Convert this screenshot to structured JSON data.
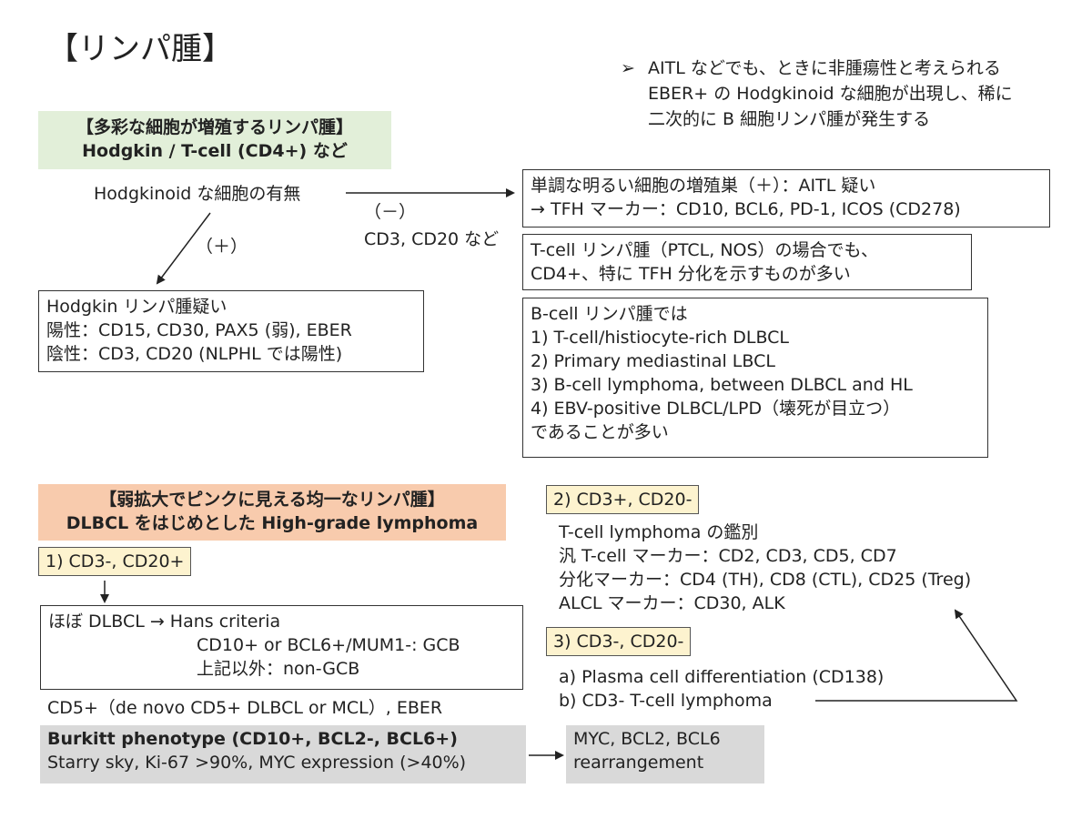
{
  "title": "【リンパ腫】",
  "note": [
    "AITL などでも、ときに非腫瘍性と考えられる",
    "EBER+ の Hodgkinoid な細胞が出現し、稀に",
    "二次的に B 細胞リンパ腫が発生する"
  ],
  "note_bullet": "➢",
  "section1": {
    "header": [
      "【多彩な細胞が増殖するリンパ腫】",
      "Hodgkin / T-cell (CD4+) など"
    ],
    "header_color": "#e2efd9",
    "question": "Hodgkinoid な細胞の有無",
    "plus_label": "（＋）",
    "minus_label": "（－）",
    "minus_markers": "CD3, CD20 など",
    "hodgkin_box": [
      "Hodgkin リンパ腫疑い",
      "陽性：CD15, CD30, PAX5 (弱), EBER",
      "陰性：CD3, CD20 (NLPHL では陽性)"
    ],
    "aitl_box": [
      "単調な明るい細胞の増殖巣（＋）：AITL 疑い",
      "→ TFH マーカー：CD10, BCL6, PD-1, ICOS (CD278)"
    ],
    "ptcl_box": [
      "T-cell リンパ腫（PTCL, NOS）の場合でも、",
      "CD4+、特に TFH 分化を示すものが多い"
    ],
    "bcell_box": [
      "B-cell リンパ腫では",
      "1) T-cell/histiocyte-rich DLBCL",
      "2) Primary mediastinal LBCL",
      "3) B-cell lymphoma, between DLBCL and HL",
      "4) EBV-positive DLBCL/LPD（壊死が目立つ）",
      "であることが多い"
    ]
  },
  "section2": {
    "header": [
      "【弱拡大でピンクに見える均一なリンパ腫】",
      "DLBCL をはじめとした High-grade lymphoma"
    ],
    "header_color": "#f8cbad",
    "label1": "1) CD3-, CD20+",
    "dlbcl_box": [
      "ほぼ DLBCL → Hans criteria",
      "CD10+ or BCL6+/MUM1-: GCB",
      "上記以外：non-GCB"
    ],
    "cd5_line": "CD5+（de novo CD5+ DLBCL or MCL）, EBER",
    "burkitt_title": "Burkitt phenotype (CD10+, BCL2-, BCL6+)",
    "burkitt_sub": "Starry sky, Ki-67 >90%, MYC expression (>40%)",
    "myc_box": [
      "MYC, BCL2, BCL6",
      "rearrangement"
    ],
    "label2": "2) CD3+, CD20-",
    "tcell_lines": [
      "T-cell lymphoma の鑑別",
      "汎 T-cell マーカー：CD2, CD3, CD5, CD7",
      "分化マーカー：CD4 (TH), CD8 (CTL), CD25 (Treg)",
      "ALCL マーカー：CD30, ALK"
    ],
    "label3": "3) CD3-, CD20-",
    "cd3neg_lines": [
      "a) Plasma cell differentiation (CD138)",
      "b) CD3- T-cell lymphoma"
    ],
    "gray_color": "#d9d9d9",
    "yellow_color": "#fdf3cf"
  }
}
